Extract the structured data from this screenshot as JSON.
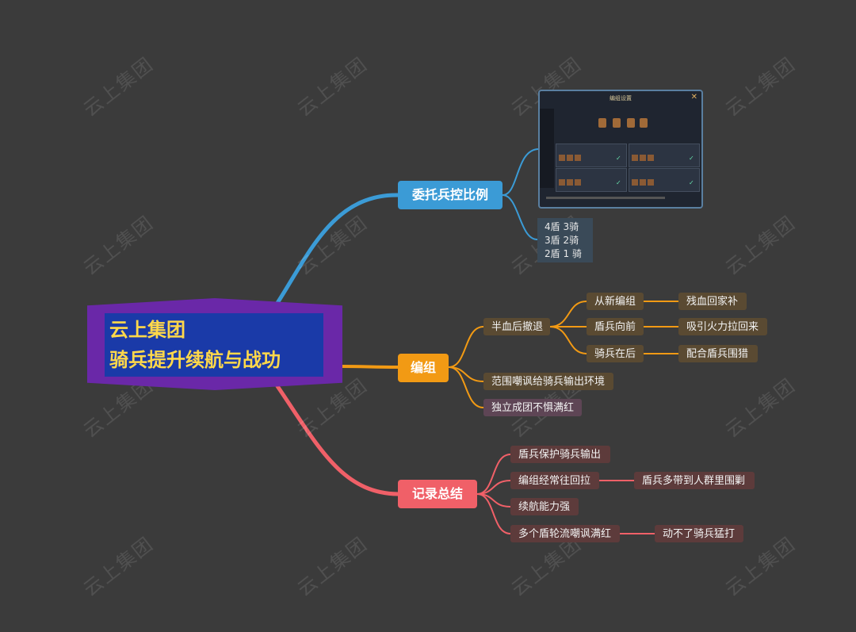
{
  "root": {
    "line1": "云上集团",
    "line2": "骑兵提升续航与战功"
  },
  "watermark": "云上集团",
  "colors": {
    "background": "#3b3b3b",
    "blue_branch": "#3b9bd6",
    "orange_branch": "#f29a14",
    "red_branch": "#f06068",
    "root_outer": "#6a28a8",
    "root_inner": "#1a3aa8",
    "root_text": "#ffd84a"
  },
  "branch_blue": {
    "label": "委托兵控比例",
    "ratios": [
      "4盾 3骑",
      "3盾 2骑",
      "2盾 1 骑"
    ]
  },
  "branch_orange": {
    "label": "编组",
    "half_retreat": "半血后撤退",
    "regroup": "从新编组",
    "regroup_child": "残血回家补",
    "shield_front": "盾兵向前",
    "shield_front_child": "吸引火力拉回来",
    "cavalry_back": "骑兵在后",
    "cavalry_back_child": "配合盾兵围猎",
    "taunt_env": "范围嘲讽给骑兵输出环境",
    "independent": "独立成团不惧满红"
  },
  "branch_red": {
    "label": "记录总结",
    "protect": "盾兵保护骑兵输出",
    "pullback": "编组经常往回拉",
    "pullback_child": "盾兵多带到人群里围剿",
    "endurance": "续航能力强",
    "rotate_taunt": "多个盾轮流嘲讽满红",
    "rotate_taunt_child": "动不了骑兵猛打"
  },
  "screenshot": {
    "title": "编组设置"
  }
}
